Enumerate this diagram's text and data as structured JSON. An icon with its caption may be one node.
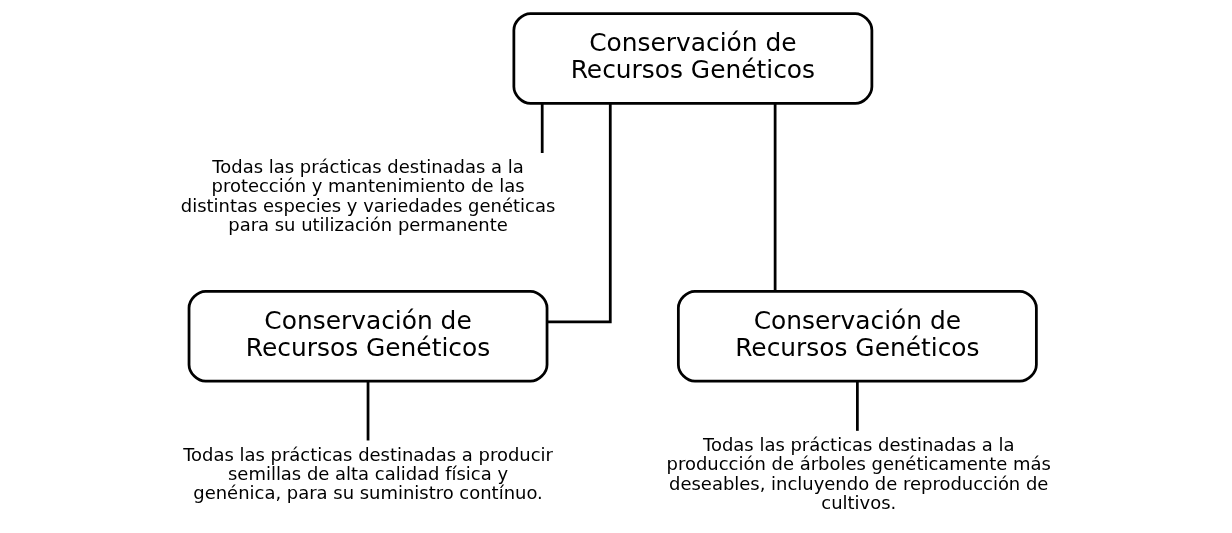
{
  "diagram": {
    "nodes": [
      {
        "text": [
          "Conservación de Recursos Genéticos"
        ]
      },
      {
        "text": [
          "Todas las prácticas destinadas a la protección y mantenimiento de las distintas especies y variedades genéticas para su utilización permanente"
        ]
      },
      {
        "text": [
          "Conservación de Recursos Genéticos"
        ]
      },
      {
        "text": [
          "Conservación de Recursos Genéticos"
        ]
      },
      {
        "text": [
          "Todas las prácticas destinadas a la producción de árboles genéticamente más deseables, incluyendo de reproducción de cultivos."
        ]
      },
      {
        "text": [
          "Todas las prácticas destinadas a producir semillas de alta calidad física y genénica, para su suministro contínuo."
        ]
      }
    ],
    "edges": [
      {
        "from": 0,
        "to": 2,
        "arrow": "none"
      },
      {
        "from": 0,
        "to": 3,
        "arrow": "none"
      },
      {
        "from": 0,
        "to": 1,
        "arrow": "none"
      },
      {
        "from": 2,
        "to": 4,
        "arrow": "none"
      },
      {
        "from": 3,
        "to": 5,
        "arrow": "none"
      }
    ]
  }
}
